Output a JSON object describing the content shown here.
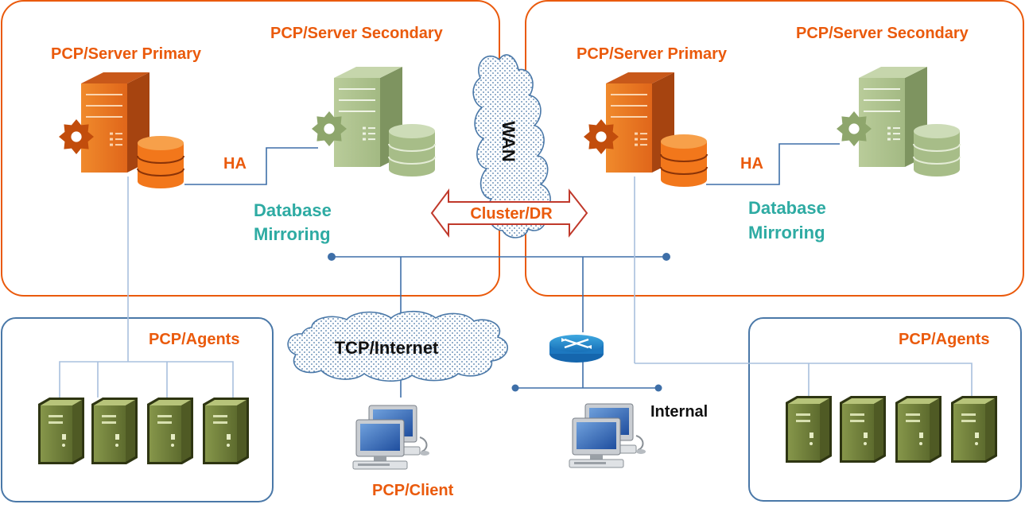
{
  "colors": {
    "site_border": "#ea5a0c",
    "agent_border": "#4a78a8",
    "primary_label": "#ea5a0c",
    "mirroring_label": "#2eaba3",
    "network_line": "#3e6fa8",
    "primary_server": "#e8751c",
    "secondary_server": "#a9c08a",
    "agent_server": "#6f7f3e"
  },
  "sites": [
    {
      "primary_label": "PCP/Server Primary",
      "secondary_label": "PCP/Server Secondary",
      "ha_label": "HA",
      "mirroring_line1": "Database",
      "mirroring_line2": "Mirroring"
    },
    {
      "primary_label": "PCP/Server Primary",
      "secondary_label": "PCP/Server Secondary",
      "ha_label": "HA",
      "mirroring_line1": "Database",
      "mirroring_line2": "Mirroring"
    }
  ],
  "wan_label": "WAN",
  "cluster_label": "Cluster/DR",
  "internet_label": "TCP/Internet",
  "internal_label": "Internal",
  "client_label": "PCP/Client",
  "agent_groups": [
    {
      "label": "PCP/Agents"
    },
    {
      "label": "PCP/Agents"
    }
  ],
  "icons": {
    "primary_server": "server-with-gear-and-database",
    "secondary_server": "server-with-gear-and-database",
    "agent": "server-tower",
    "client": "desktop-computers",
    "router": "network-router",
    "cloud": "network-cloud"
  }
}
